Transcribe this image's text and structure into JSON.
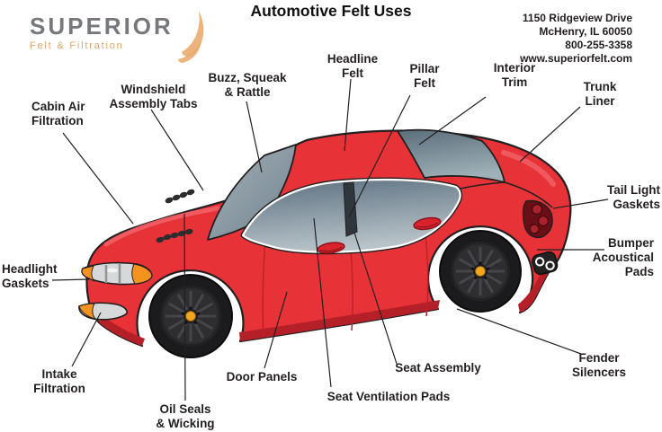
{
  "title": "Automotive Felt Uses",
  "logo": {
    "name": "SUPERIOR",
    "tagline": "Felt & Filtration"
  },
  "contact": {
    "lines": [
      "1150 Ridgeview Drive",
      "McHenry, IL 60050",
      "800-255-3358",
      "www.superiorfelt.com"
    ]
  },
  "labels": {
    "cabin_air": {
      "lines": [
        "Cabin Air",
        "Filtration"
      ]
    },
    "windshield_tabs": {
      "lines": [
        "Windshield",
        "Assembly Tabs"
      ]
    },
    "buzz_squeak": {
      "lines": [
        "Buzz, Squeak",
        "& Rattle"
      ]
    },
    "headline_felt": {
      "lines": [
        "Headline",
        "Felt"
      ]
    },
    "pillar_felt": {
      "lines": [
        "Pillar",
        "Felt"
      ]
    },
    "interior_trim": {
      "lines": [
        "Interior",
        "Trim"
      ]
    },
    "trunk_liner": {
      "lines": [
        "Trunk",
        "Liner"
      ]
    },
    "tail_light_gaskets": {
      "lines": [
        "Tail Light",
        "Gaskets"
      ]
    },
    "bumper_pads": {
      "lines": [
        "Bumper",
        "Acoustical",
        "Pads"
      ]
    },
    "headlight_gaskets": {
      "lines": [
        "Headlight",
        "Gaskets"
      ]
    },
    "intake_filtration": {
      "lines": [
        "Intake",
        "Filtration"
      ]
    },
    "oil_seals": {
      "lines": [
        "Oil Seals",
        "& Wicking"
      ]
    },
    "door_panels": {
      "lines": [
        "Door Panels"
      ]
    },
    "seat_ventilation": {
      "lines": [
        "Seat Ventilation Pads"
      ]
    },
    "seat_assembly": {
      "lines": [
        "Seat Assembly"
      ]
    },
    "fender_silencers": {
      "lines": [
        "Fender",
        "Silencers"
      ]
    }
  },
  "colors": {
    "car_body": "#e73238",
    "car_shadow": "#b51f27",
    "window_glass": "#8d9ca6",
    "outline": "#231f20",
    "hub_accent": "#f2a71e",
    "signal_orange": "#f6921e",
    "logo_gray": "#77787b",
    "logo_orange": "#e2a369"
  }
}
